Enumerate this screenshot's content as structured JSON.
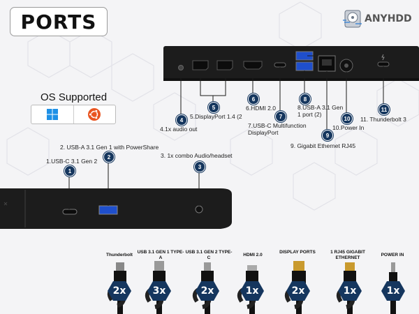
{
  "title": "PORTS",
  "brand": {
    "name": "ANYHDD",
    "logo_icon": "hard-drive-icon"
  },
  "os": {
    "heading": "OS Supported",
    "items": [
      {
        "name": "windows",
        "icon": "windows-logo-icon",
        "color": "#1e90e6"
      },
      {
        "name": "ubuntu",
        "icon": "ubuntu-logo-icon",
        "color": "#e95420"
      }
    ]
  },
  "top_ports": [
    {
      "num": "4",
      "label": "4.1x audio out"
    },
    {
      "num": "5",
      "label": "5.DisplayPort 1.4 (2"
    },
    {
      "num": "6",
      "label": "6.HDMI 2.0"
    },
    {
      "num": "7",
      "label": "7.USB-C Multifunction DisplayPort"
    },
    {
      "num": "8",
      "label": "8.USB-A 3.1 Gen 1 port (2)"
    },
    {
      "num": "9",
      "label": "9. Gigabit Ethernet RJ45"
    },
    {
      "num": "10",
      "label": "10.Power In"
    },
    {
      "num": "11",
      "label": "11. Thunderbolt 3"
    }
  ],
  "front_ports": [
    {
      "num": "1",
      "label": "1.USB-C 3.1 Gen 2"
    },
    {
      "num": "2",
      "label": "2. USB-A 3.1 Gen 1 with PowerShare"
    },
    {
      "num": "3",
      "label": "3. 1x combo Audio/headset"
    }
  ],
  "cables": [
    {
      "label": "Thunderbolt",
      "count": "2x"
    },
    {
      "label": "USB 3.1 GEN 1 TYPE-A",
      "count": "3x"
    },
    {
      "label": "USB 3.1 GEN 2 TYPE-C",
      "count": "2x"
    },
    {
      "label": "HDMI 2.0",
      "count": "1x"
    },
    {
      "label": "DISPLAY PORTS",
      "count": "2x"
    },
    {
      "label": "1 RJ45 GIGABIT ETHERNET",
      "count": "1x"
    },
    {
      "label": "POWER IN",
      "count": "1x"
    }
  ],
  "colors": {
    "badge": "#15365e",
    "multiplier": "#15365e",
    "device": "#1c1c1c",
    "background": "#f4f4f6"
  }
}
